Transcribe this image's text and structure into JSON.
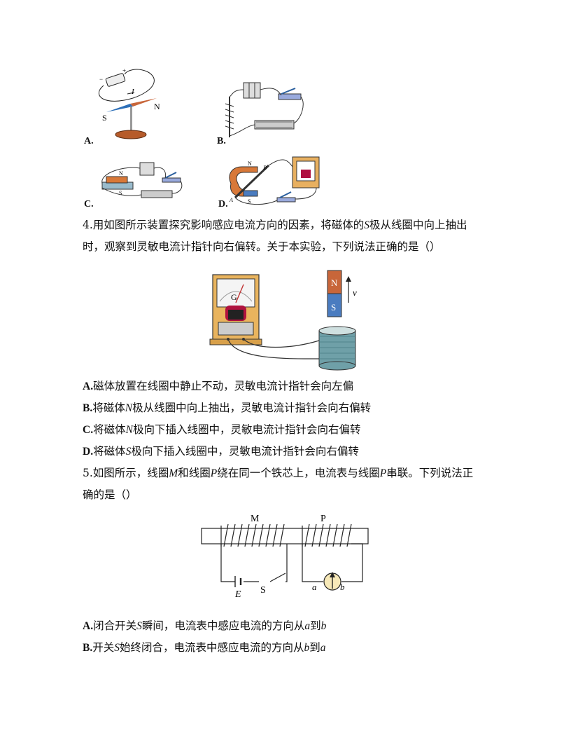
{
  "options_figures": {
    "A": {
      "label": "A.",
      "pole_s": "S",
      "pole_n": "N",
      "current": "I"
    },
    "B": {
      "label": "B."
    },
    "C": {
      "label": "C.",
      "pole_n": "N",
      "pole_s": "S"
    },
    "D": {
      "label": "D.",
      "pole_n": "N",
      "pole_s": "S",
      "point_a": "A",
      "point_b": "B"
    }
  },
  "q4": {
    "line1_pre": "4.用如图所示装置探究影响感应电流方向的因素，将磁体的",
    "line1_var": "S",
    "line1_post": "极从线圈中向上抽出",
    "line2": "时，观察到灵敏电流计指针向右偏转。关于本实验，下列说法正确的是（）",
    "figure": {
      "galvanometer": "G",
      "magnet_n": "N",
      "magnet_s": "S",
      "velocity": "v"
    },
    "options": [
      {
        "letter": "A.",
        "pre": "磁体放置在线圈中静止不动，灵敏电流计指针会向左偏",
        "var": "",
        "post": ""
      },
      {
        "letter": "B.",
        "pre": "将磁体",
        "var": "N",
        "post": "极从线圈中向上抽出，灵敏电流计指针会向右偏转"
      },
      {
        "letter": "C.",
        "pre": "将磁体",
        "var": "N",
        "post": "极向下插入线圈中，灵敏电流计指针会向右偏转"
      },
      {
        "letter": "D.",
        "pre": "将磁体",
        "var": "S",
        "post": "极向下插入线圈中，灵敏电流计指针会向右偏转"
      }
    ]
  },
  "q5": {
    "line1": {
      "p1": "5.如图所示，线圈",
      "v1": "M",
      "p2": "和线圈",
      "v2": "P",
      "p3": "绕在同一个铁芯上，电流表与线圈",
      "v3": "P",
      "p4": "串联。下列说法正"
    },
    "line2": "确的是（）",
    "figure": {
      "coil_m": "M",
      "coil_p": "P",
      "battery": "E",
      "switch": "S",
      "terminal_a": "a",
      "terminal_b": "b"
    },
    "options": [
      {
        "letter": "A.",
        "p1": "闭合开关",
        "v1": "S",
        "p2": "瞬间，电流表中感应电流的方向从",
        "v2": "a",
        "p3": "到",
        "v3": "b"
      },
      {
        "letter": "B.",
        "p1": "开关",
        "v1": "S",
        "p2": "始终闭合，电流表中感应电流的方向从",
        "v2": "b",
        "p3": "到",
        "v3": "a"
      }
    ]
  }
}
